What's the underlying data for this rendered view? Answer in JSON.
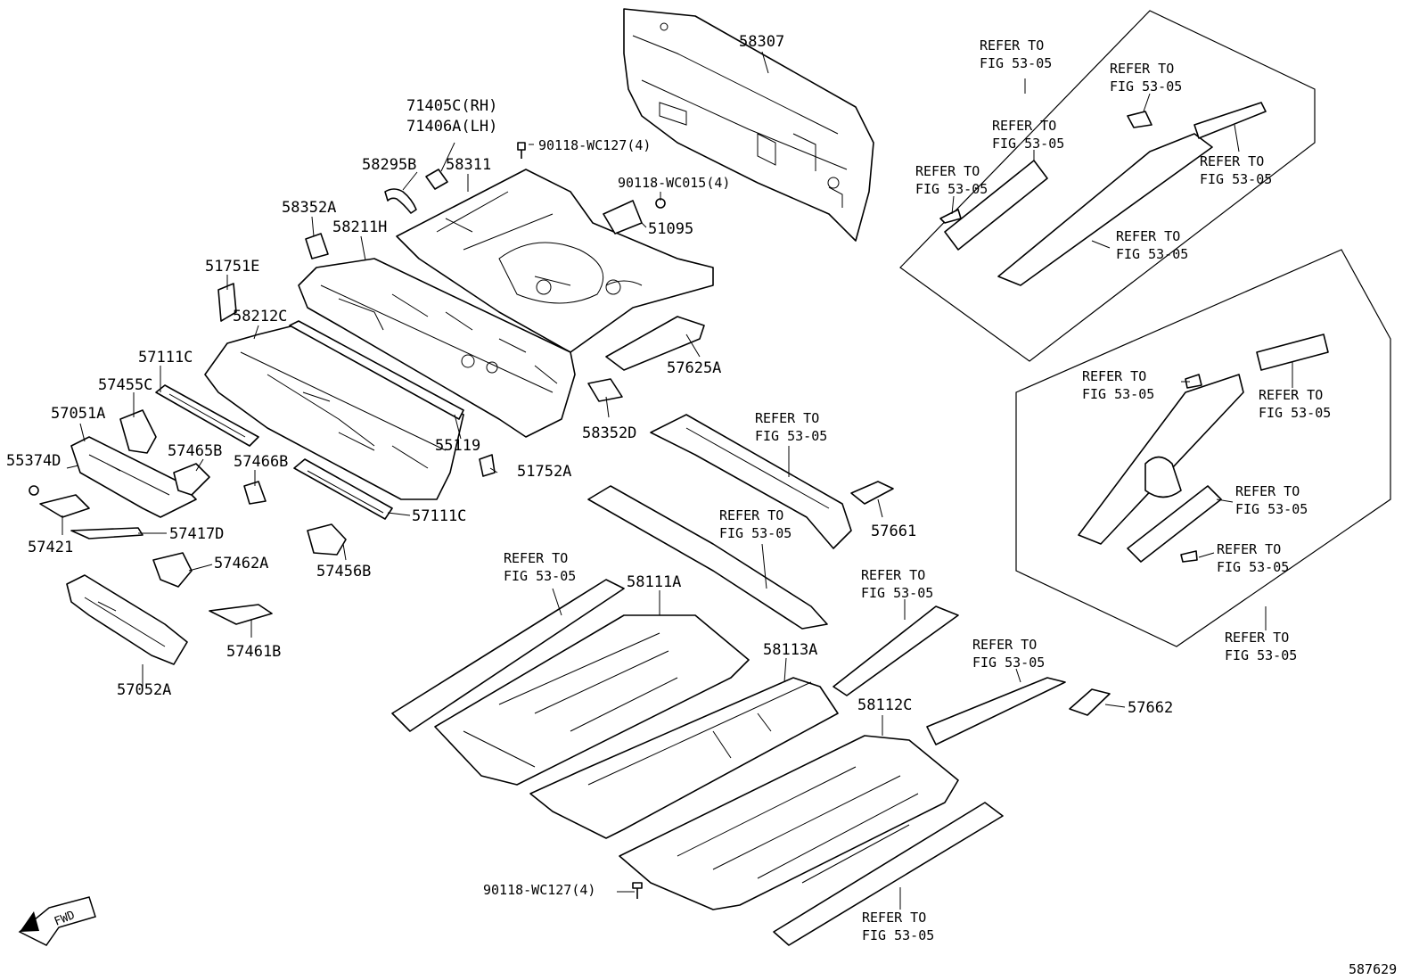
{
  "labels": {
    "p58307": "58307",
    "p71405c": "71405C(RH)",
    "p71406a": "71406A(LH)",
    "p90118_wc127_top": "90118-WC127(4)",
    "p58295b": "58295B",
    "p58311": "58311",
    "p90118_wc015": "90118-WC015(4)",
    "p51095": "51095",
    "p58352a": "58352A",
    "p58211h": "58211H",
    "p51751e": "51751E",
    "p58212c": "58212C",
    "p57111c_top": "57111C",
    "p57455c": "57455C",
    "p57051a": "57051A",
    "p57465b": "57465B",
    "p57466b": "57466B",
    "p55374d": "55374D",
    "p55119": "55119",
    "p51752a": "51752A",
    "p57625a": "57625A",
    "p58352d": "58352D",
    "p57421": "57421",
    "p57417d": "57417D",
    "p57111c_bot": "57111C",
    "p57456b": "57456B",
    "p57462a": "57462A",
    "p57461b": "57461B",
    "p57052a": "57052A",
    "p58111a": "58111A",
    "p58113a": "58113A",
    "p58112c": "58112C",
    "p57661": "57661",
    "p57662": "57662",
    "p90118_wc127_bot": "90118-WC127(4)",
    "diagram_id": "587629"
  },
  "refer": {
    "line1": "REFER TO",
    "line2": "FIG 53-05"
  },
  "fwd_badge": "FWD"
}
